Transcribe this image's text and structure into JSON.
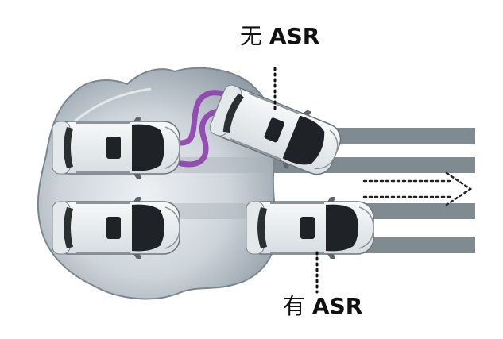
{
  "labels": {
    "without": {
      "prefix": "无",
      "suffix": "ASR"
    },
    "with": {
      "prefix": "有",
      "suffix": "ASR"
    }
  },
  "colors": {
    "puddle": "#c4ccd4",
    "puddle_edge": "#8a949e",
    "lane": "#7f8b90",
    "skid_path": "#8e3fae",
    "car_body": "#eef1f3",
    "car_glass": "#1e2226",
    "arrow": "#222222"
  },
  "icons": [
    "car-icon",
    "arrow-right-icon"
  ]
}
